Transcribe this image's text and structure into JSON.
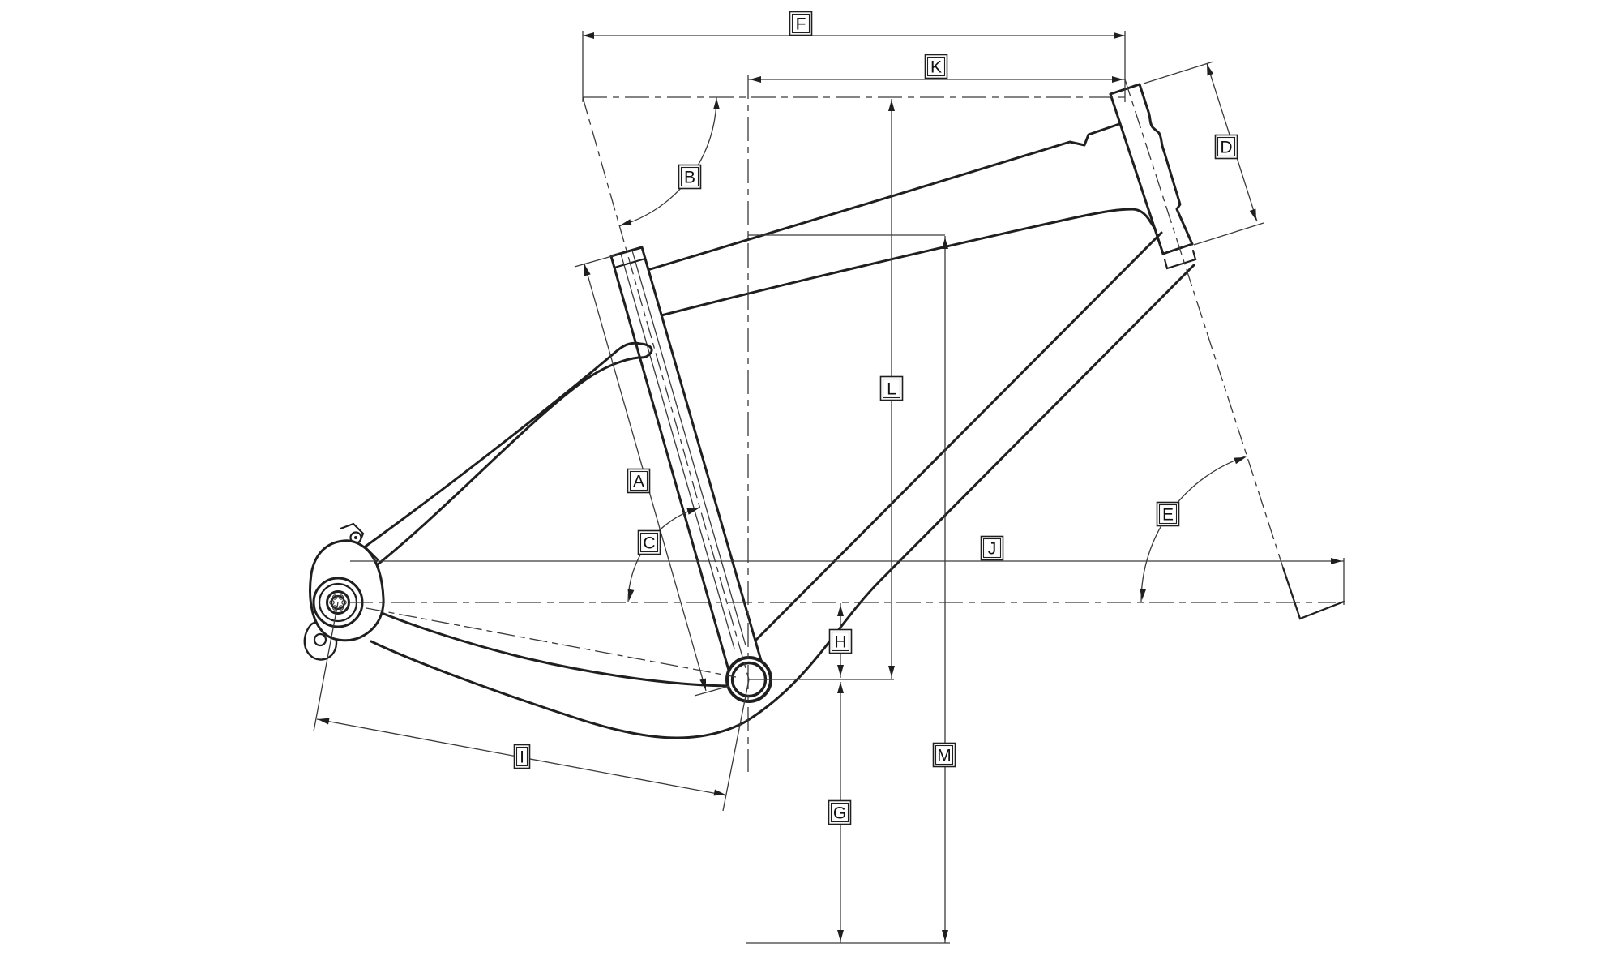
{
  "diagram": {
    "figure_type": "bicycle frame geometry line drawing",
    "background_color": "#ffffff",
    "line_color": "#1f1f1f",
    "labels": {
      "A": "A",
      "B": "B",
      "C": "C",
      "D": "D",
      "E": "E",
      "F": "F",
      "G": "G",
      "H": "H",
      "I": "I",
      "J": "J",
      "K": "K",
      "L": "L",
      "M": "M"
    }
  }
}
